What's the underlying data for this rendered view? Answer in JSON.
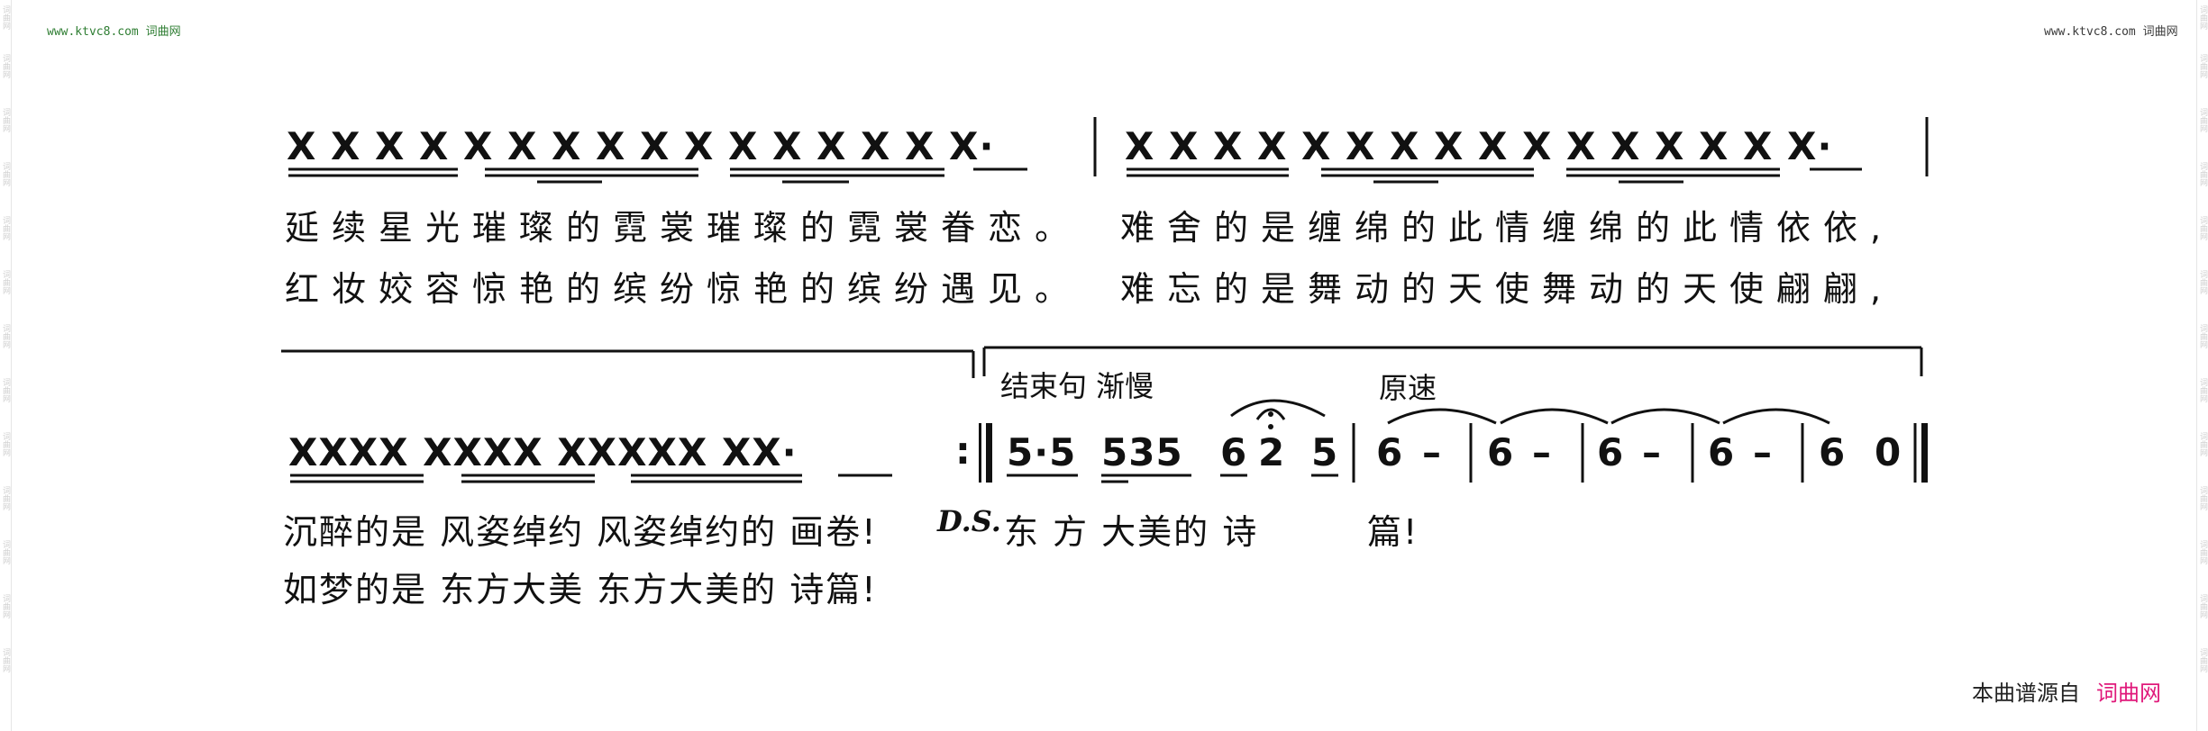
{
  "watermark": {
    "url": "www.ktvc8.com",
    "name": "词曲网",
    "side_text": "词曲网"
  },
  "system1": {
    "notes_a": "X X X X  X X X X X  X X X X X  X X·",
    "notes_b": "X X X X  X X X X X  X X X X X  X X·",
    "lyric1_a": "延续星光璀璨的霓裳璀璨的霓裳眷恋。",
    "lyric1_b": "难舍的是缠绵的此情缠绵的此情依依,",
    "lyric2_a": "红妆姣容惊艳的缤纷惊艳的缤纷遇见。",
    "lyric2_b": "难忘的是舞动的天使舞动的天使翩翩,"
  },
  "system2": {
    "ending_label": "结束句 渐慢",
    "tempo_label": "原速",
    "notes_x": "XXXX  XXXX  XXXXX  XX·",
    "repeat_sign": ":",
    "notes_num": [
      "5·5",
      "535",
      "6",
      "2",
      "5"
    ],
    "notes_held": [
      "6",
      "–",
      "6",
      "–",
      "6",
      "–",
      "6",
      "–",
      "6",
      "0"
    ],
    "lyric1": "沉醉的是 风姿绰约 风姿绰约的 画卷!",
    "ds": "D.S.",
    "lyric1_end": "东 方  大美的  诗",
    "lyric1_last": "篇!",
    "lyric2": "如梦的是 东方大美 东方大美的 诗篇!"
  },
  "footer": {
    "source_label": "本曲谱源自",
    "source_brand": "词曲网"
  }
}
